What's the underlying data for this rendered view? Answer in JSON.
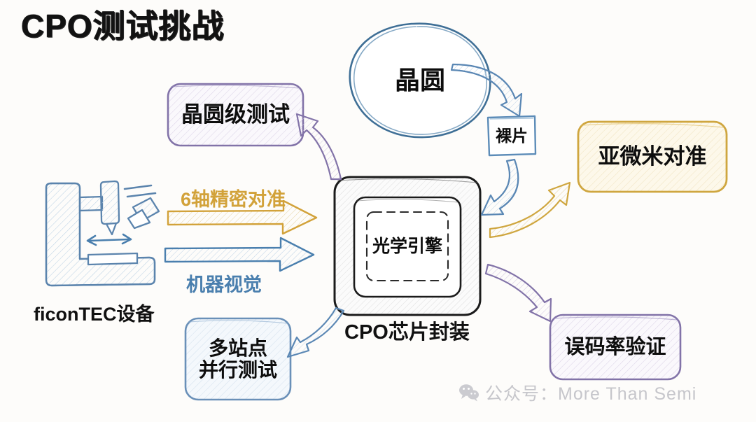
{
  "title": "CPO测试挑战",
  "nodes": {
    "wafer": {
      "label": "晶圆",
      "shape": "circle",
      "color": "#4f7ca3"
    },
    "die": {
      "label": "裸片",
      "shape": "square",
      "color": "#6e9ec4"
    },
    "wafer_level_test": {
      "label": "晶圆级测试",
      "shape": "rounded-rect",
      "color": "#8273a8",
      "fill": "#f6f2f8"
    },
    "sub_micron_align": {
      "label": "亚微米对准",
      "shape": "rounded-rect",
      "color": "#cfa63f",
      "fill": "#fdf8ea"
    },
    "ber_verification": {
      "label": "误码率验证",
      "shape": "rounded-rect",
      "color": "#8273a8",
      "fill": "#f7f3f9"
    },
    "multi_site_test": {
      "label": "多站点\n并行测试",
      "line1": "多站点",
      "line2": "并行测试",
      "shape": "rounded-rect",
      "color": "#6a90b8",
      "fill": "#f3f7fb"
    },
    "cpo_package": {
      "label": "CPO芯片封装",
      "inner_label": "光学引擎",
      "color": "#1b1b1b",
      "fill": "#fbfbfb"
    },
    "ficontec": {
      "label": "ficonTEC设备",
      "color": "#5b84ad"
    }
  },
  "arrows": [
    {
      "name": "wafer-to-die",
      "label": "",
      "color": "#5a87b4"
    },
    {
      "name": "die-to-package",
      "label": "",
      "color": "#6e9ec4"
    },
    {
      "name": "package-to-wafer-level-test",
      "label": "",
      "color": "#8273a8"
    },
    {
      "name": "package-to-sub-micron-align",
      "label": "",
      "color": "#cfa63f"
    },
    {
      "name": "package-to-ber",
      "label": "",
      "color": "#8273a8"
    },
    {
      "name": "package-to-multi-site",
      "label": "",
      "color": "#6a90b8"
    },
    {
      "name": "six-axis-alignment",
      "label": "6轴精密对准",
      "color": "#d2a23a"
    },
    {
      "name": "machine-vision",
      "label": "机器视觉",
      "color": "#4a7fae"
    }
  ],
  "labels": {
    "six_axis": "6轴精密对准",
    "machine_vision": "机器视觉"
  },
  "watermark": {
    "icon": "wechat-icon",
    "text": "公众号：More Than Semi"
  },
  "colors": {
    "purple": "#8273a8",
    "gold": "#cfa63f",
    "blue": "#5a87b4",
    "ink": "#121212",
    "background": "#fdfcfa"
  }
}
